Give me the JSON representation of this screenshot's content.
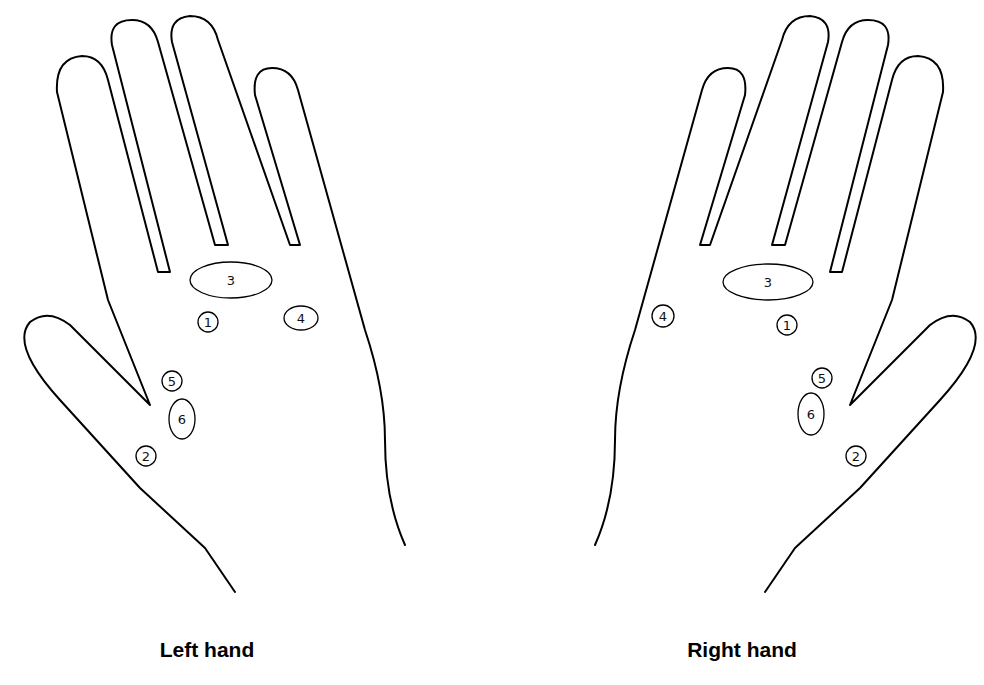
{
  "diagram": {
    "nodes": [
      {
        "text": [
          "3"
        ]
      },
      {
        "text": [
          "1"
        ]
      },
      {
        "text": [
          "4"
        ]
      },
      {
        "text": [
          "5"
        ]
      },
      {
        "text": [
          "6"
        ]
      },
      {
        "text": [
          "2"
        ]
      },
      {
        "text": [
          "3"
        ]
      },
      {
        "text": [
          "4"
        ]
      },
      {
        "text": [
          "1"
        ]
      },
      {
        "text": [
          "5"
        ]
      },
      {
        "text": [
          "6"
        ]
      },
      {
        "text": [
          "2"
        ]
      }
    ],
    "labels": [
      "Left hand",
      "Right hand"
    ]
  }
}
